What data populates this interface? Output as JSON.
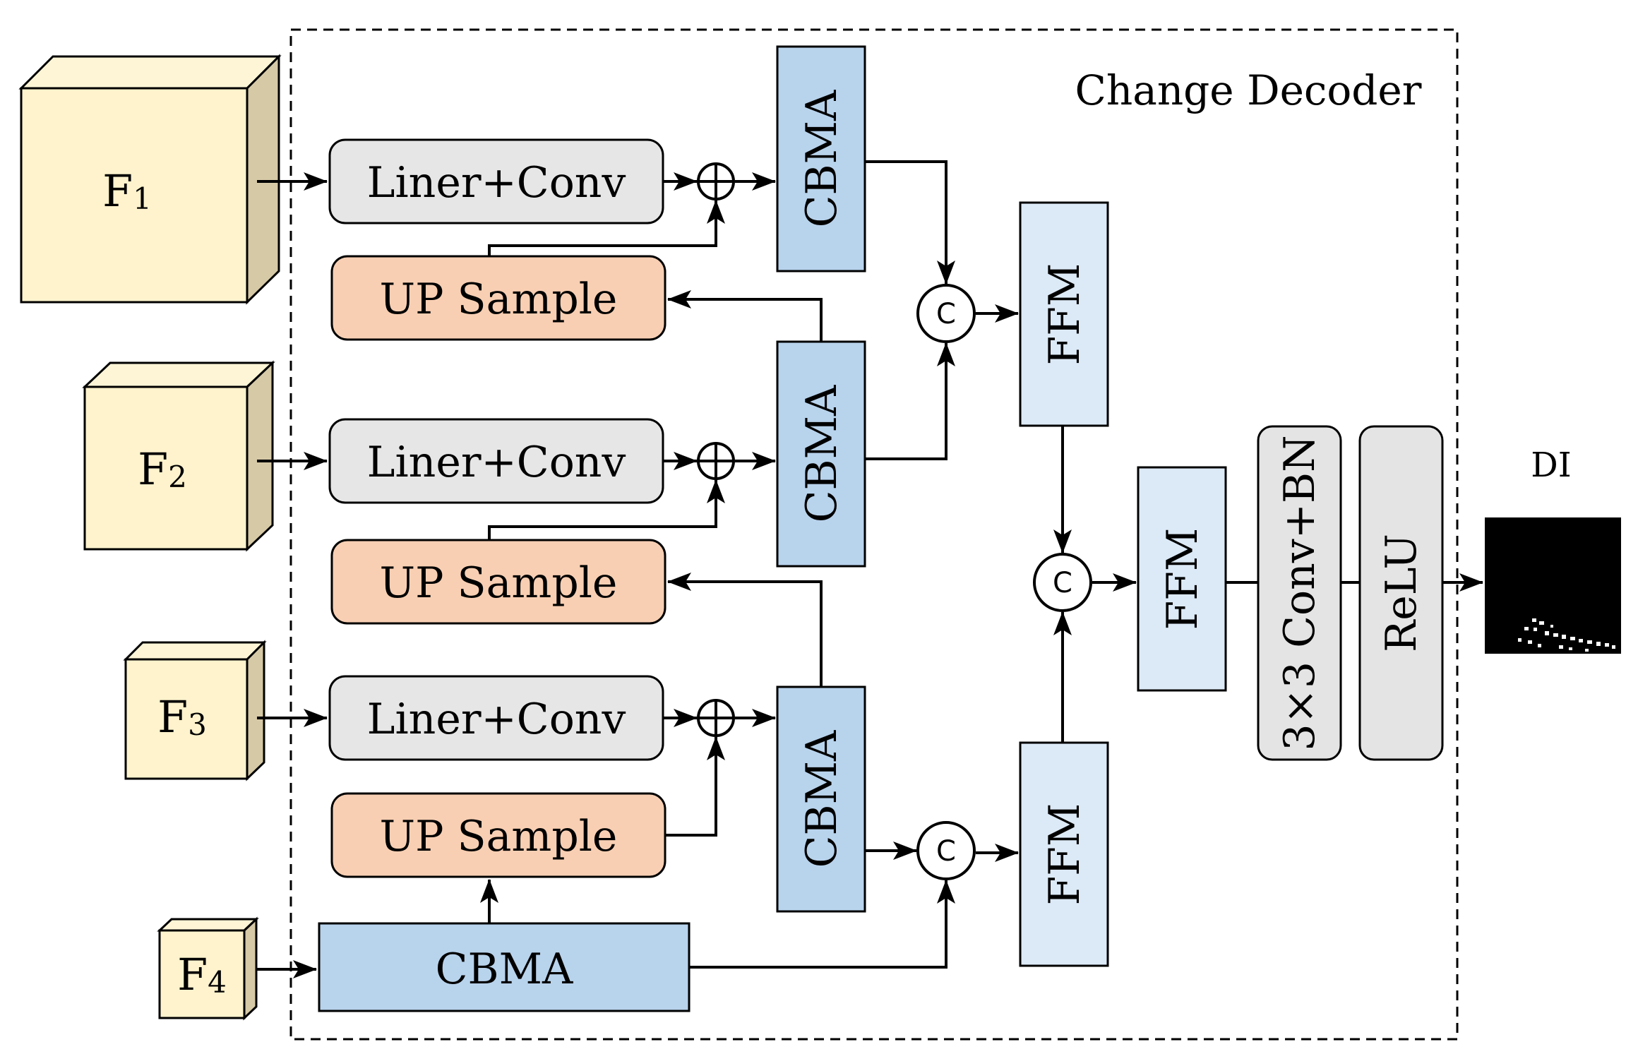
{
  "title": "Change Decoder",
  "inputs": [
    {
      "letter": "F",
      "index": "1"
    },
    {
      "letter": "F",
      "index": "2"
    },
    {
      "letter": "F",
      "index": "3"
    },
    {
      "letter": "F",
      "index": "4"
    }
  ],
  "liner_conv_label": "Liner+Conv",
  "up_sample_label": "UP Sample",
  "cbma_label": "CBMA",
  "ffm_label": "FFM",
  "concat_label": "C",
  "conv_bn_label": "3×3 Conv+BN",
  "relu_label": "ReLU",
  "output_label": "DI",
  "colors": {
    "cube_front": "#fef3cd",
    "cube_top": "#fdf5d6",
    "cube_side": "#d6c9a6",
    "liner_conv": "#e6e6e6",
    "up_sample": "#f8cfb3",
    "cbma": "#b8d3ec",
    "ffm": "#dce9f6",
    "conv_relu": "#e4e4e4",
    "output_bg": "#000000"
  }
}
